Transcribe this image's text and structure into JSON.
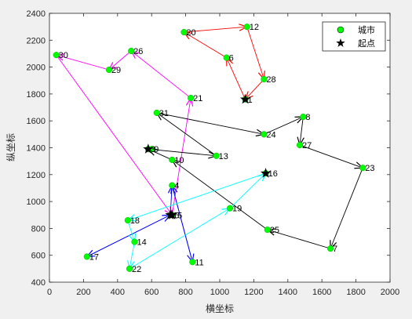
{
  "chart_data": {
    "type": "scatter",
    "title": "",
    "xlabel": "横坐标",
    "ylabel": "纵坐标",
    "xlim": [
      0,
      2000
    ],
    "ylim": [
      400,
      2400
    ],
    "xticks": [
      "0",
      "200",
      "400",
      "600",
      "800",
      "1000",
      "1200",
      "1400",
      "1600",
      "1800",
      "2000"
    ],
    "yticks": [
      "400",
      "600",
      "800",
      "1000",
      "1200",
      "1400",
      "1600",
      "1800",
      "2000",
      "2200",
      "2400"
    ],
    "grid": false,
    "legend_position": "top-right",
    "legend": [
      {
        "label": "城市",
        "marker": "circle",
        "color": "#00ff00"
      },
      {
        "label": "起点",
        "marker": "star",
        "color": "#000000"
      }
    ],
    "cities": [
      {
        "id": "1",
        "x": 1150,
        "y": 1760
      },
      {
        "id": "3",
        "x": 580,
        "y": 1390
      },
      {
        "id": "4",
        "x": 720,
        "y": 1120
      },
      {
        "id": "5",
        "x": 720,
        "y": 900
      },
      {
        "id": "6",
        "x": 1040,
        "y": 2070
      },
      {
        "id": "7",
        "x": 1650,
        "y": 650
      },
      {
        "id": "8",
        "x": 1490,
        "y": 1630
      },
      {
        "id": "9",
        "x": 600,
        "y": 1390
      },
      {
        "id": "10",
        "x": 720,
        "y": 1310
      },
      {
        "id": "11",
        "x": 840,
        "y": 550
      },
      {
        "id": "12",
        "x": 1160,
        "y": 2300
      },
      {
        "id": "13",
        "x": 980,
        "y": 1340
      },
      {
        "id": "14",
        "x": 500,
        "y": 700
      },
      {
        "id": "15",
        "x": 710,
        "y": 900
      },
      {
        "id": "16",
        "x": 1270,
        "y": 1210
      },
      {
        "id": "17",
        "x": 220,
        "y": 590
      },
      {
        "id": "18",
        "x": 460,
        "y": 860
      },
      {
        "id": "19",
        "x": 1060,
        "y": 950
      },
      {
        "id": "20",
        "x": 790,
        "y": 2260
      },
      {
        "id": "21",
        "x": 830,
        "y": 1770
      },
      {
        "id": "22",
        "x": 470,
        "y": 500
      },
      {
        "id": "23",
        "x": 1840,
        "y": 1250
      },
      {
        "id": "24",
        "x": 1260,
        "y": 1500
      },
      {
        "id": "25",
        "x": 1280,
        "y": 790
      },
      {
        "id": "26",
        "x": 480,
        "y": 2120
      },
      {
        "id": "27",
        "x": 1470,
        "y": 1420
      },
      {
        "id": "28",
        "x": 1260,
        "y": 1910
      },
      {
        "id": "29",
        "x": 350,
        "y": 1980
      },
      {
        "id": "30",
        "x": 40,
        "y": 2090
      },
      {
        "id": "31",
        "x": 630,
        "y": 1660
      }
    ],
    "start_points": [
      "1",
      "3",
      "5",
      "15",
      "16"
    ],
    "routes": [
      {
        "color": "#ff0000",
        "path": [
          "1",
          "6",
          "20",
          "12",
          "28",
          "1"
        ]
      },
      {
        "color": "#ff00ff",
        "path": [
          "5",
          "21",
          "26",
          "29",
          "30",
          "5"
        ]
      },
      {
        "color": "#000000",
        "path": [
          "3",
          "13",
          "31",
          "24",
          "8",
          "27",
          "23",
          "7",
          "25",
          "10",
          "3"
        ]
      },
      {
        "color": "#0000ff",
        "path": [
          "15",
          "17",
          "15",
          "4",
          "11",
          "4"
        ]
      },
      {
        "color": "#00ffff",
        "path": [
          "16",
          "18",
          "14",
          "22",
          "19",
          "16"
        ]
      }
    ]
  }
}
